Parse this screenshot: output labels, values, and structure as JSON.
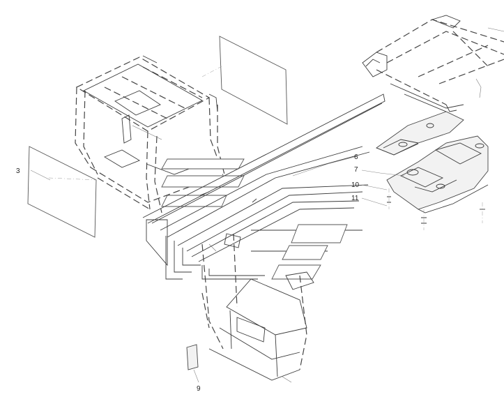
{
  "callouts": [
    {
      "id": "c3",
      "label": "3"
    },
    {
      "id": "c6",
      "label": "6"
    },
    {
      "id": "c7",
      "label": "7"
    },
    {
      "id": "c10",
      "label": "10"
    },
    {
      "id": "c11",
      "label": "11"
    },
    {
      "id": "c9",
      "label": "9"
    }
  ],
  "colors": {
    "line": "#3a3a3a",
    "background": "#ffffff"
  }
}
